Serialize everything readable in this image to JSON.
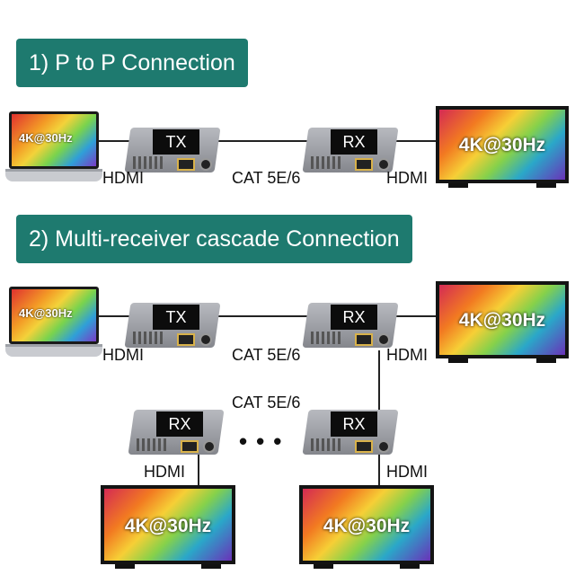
{
  "section1": {
    "title": "1) P to P Connection"
  },
  "section2": {
    "title": "2) Multi-receiver cascade Connection"
  },
  "labels": {
    "hdmi": "HDMI",
    "cat": "CAT 5E/6",
    "tx": "TX",
    "rx": "RX",
    "resolution": "4K@30Hz",
    "ellipsis": "•••"
  }
}
